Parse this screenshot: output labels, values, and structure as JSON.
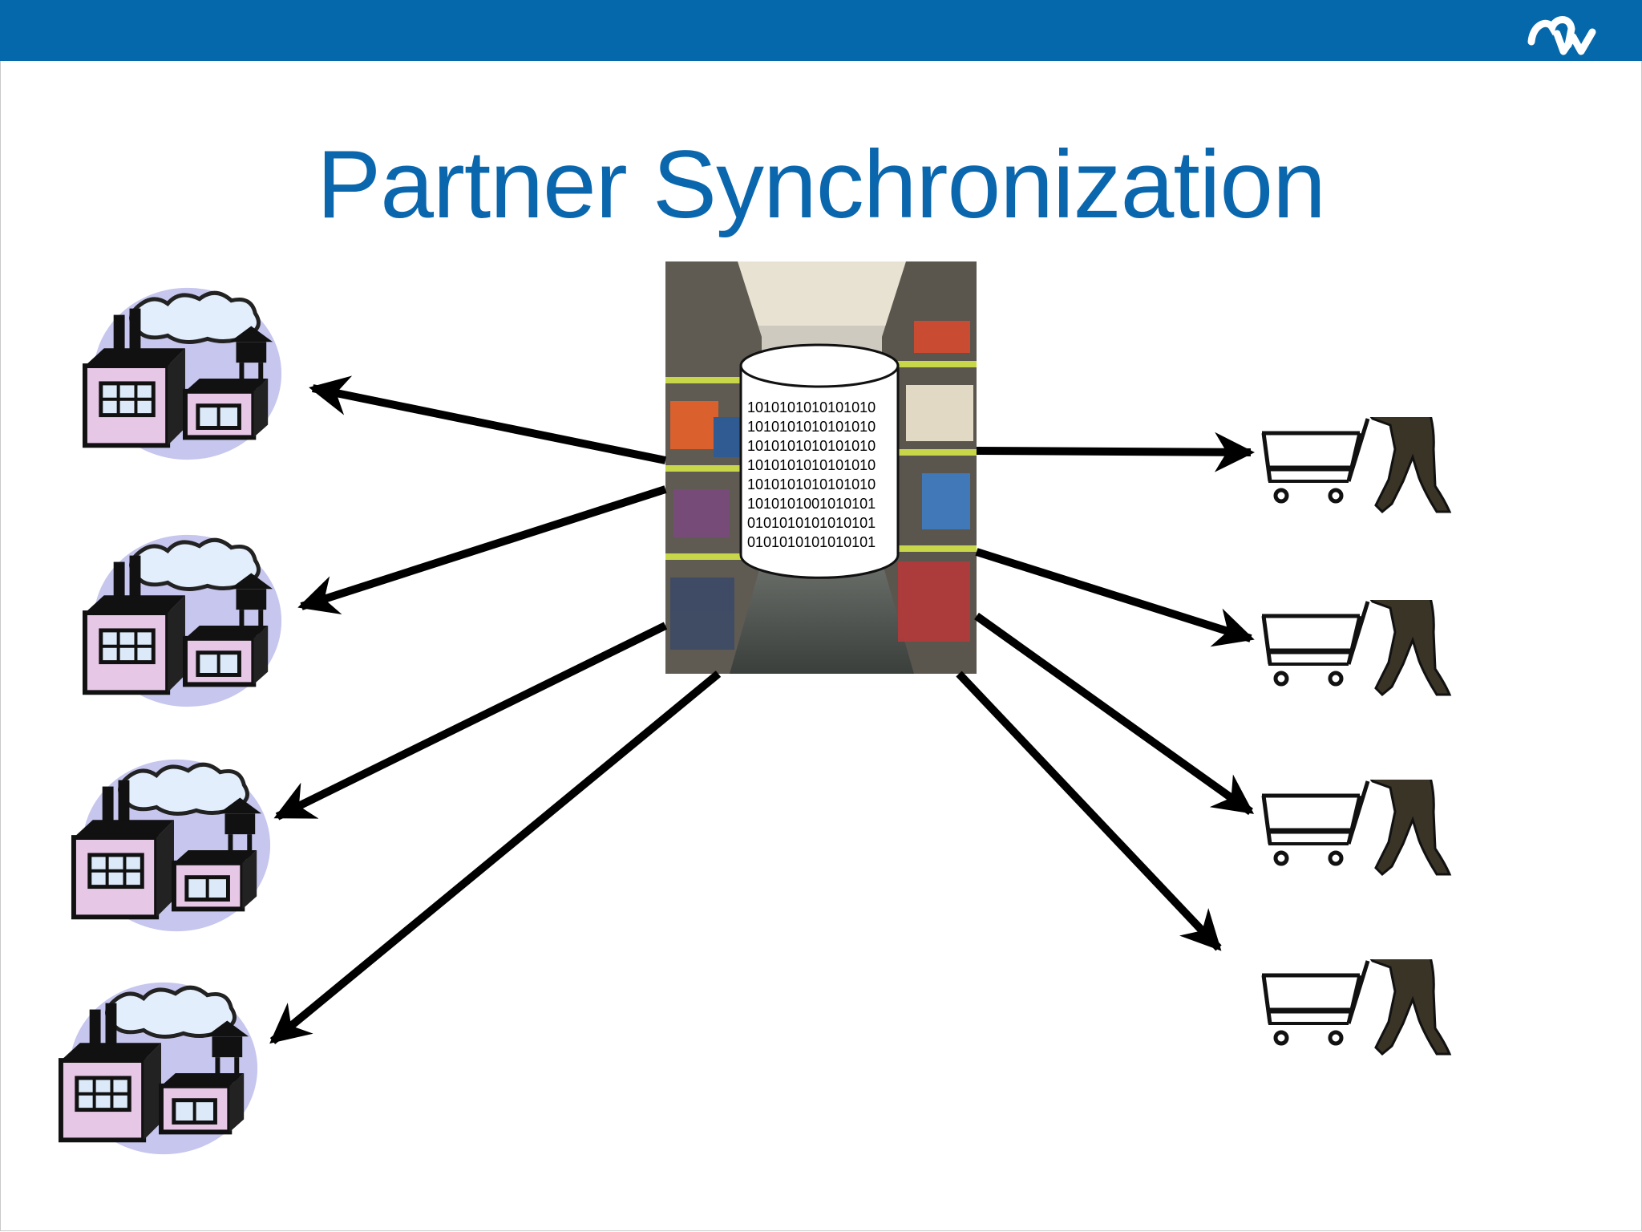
{
  "slide": {
    "title": "Partner Synchronization"
  },
  "hub": {
    "binary_lines": [
      "1010101010101010",
      "1010101010101010",
      "1010101010101010",
      "1010101010101010",
      "1010101010101010",
      "1010101001010101",
      "0101010101010101",
      "0101010101010101"
    ]
  },
  "factories": [
    {
      "icon": "factory-icon"
    },
    {
      "icon": "factory-icon"
    },
    {
      "icon": "factory-icon"
    },
    {
      "icon": "factory-icon"
    }
  ],
  "shoppers": [
    {
      "icon": "shopper-cart-icon"
    },
    {
      "icon": "shopper-cart-icon"
    },
    {
      "icon": "shopper-cart-icon"
    },
    {
      "icon": "shopper-cart-icon"
    }
  ],
  "colors": {
    "brand_blue": "#0568ab",
    "title_blue": "#0a67ad",
    "arrow": "#000000"
  }
}
